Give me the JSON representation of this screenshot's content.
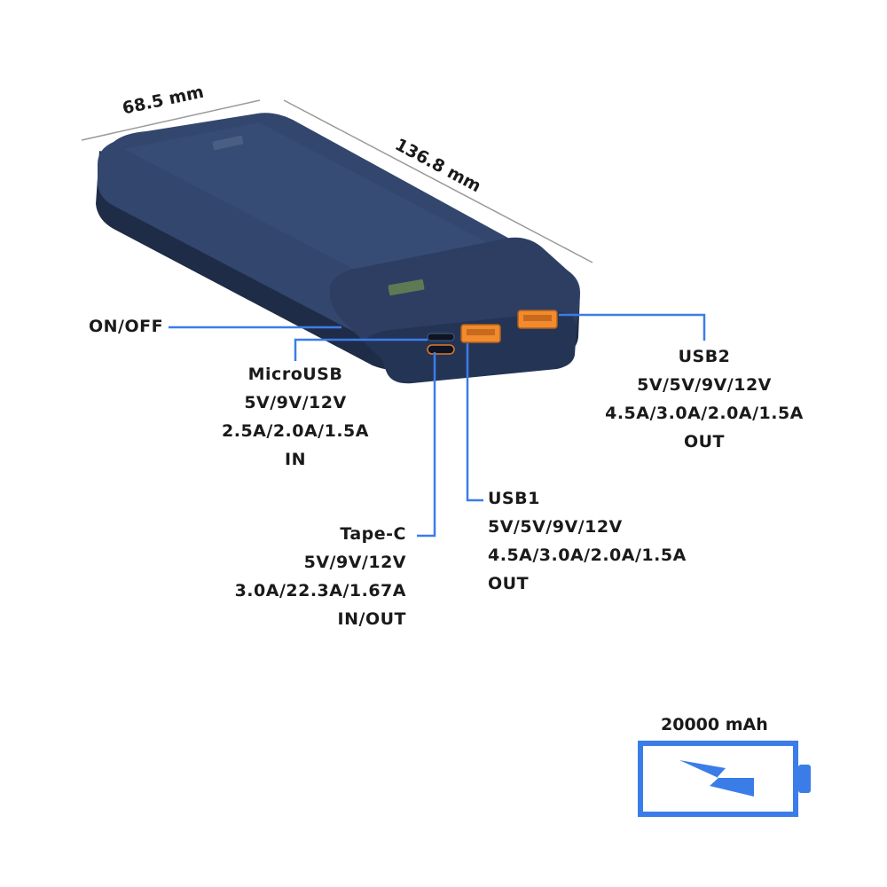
{
  "dimensions": {
    "width": "68.5 mm",
    "length": "136.8 mm"
  },
  "labels": {
    "onoff": [
      "ON/OFF"
    ],
    "microusb": [
      "MicroUSB",
      "5V/9V/12V",
      "2.5A/2.0A/1.5A",
      "IN"
    ],
    "typec": [
      "Tape-C",
      "5V/9V/12V",
      "3.0A/22.3A/1.67A",
      "IN/OUT"
    ],
    "usb1": [
      "USB1",
      "5V/5V/9V/12V",
      "4.5A/3.0A/2.0A/1.5A",
      "OUT"
    ],
    "usb2": [
      "USB2",
      "5V/5V/9V/12V",
      "4.5A/3.0A/2.0A/1.5A",
      "OUT"
    ]
  },
  "battery": {
    "capacity": "20000 mAh",
    "icon": "battery-charging-icon"
  },
  "colors": {
    "accent": "#3b7de8",
    "device": "#2b3a5a",
    "port_orange": "#f28a2e"
  }
}
